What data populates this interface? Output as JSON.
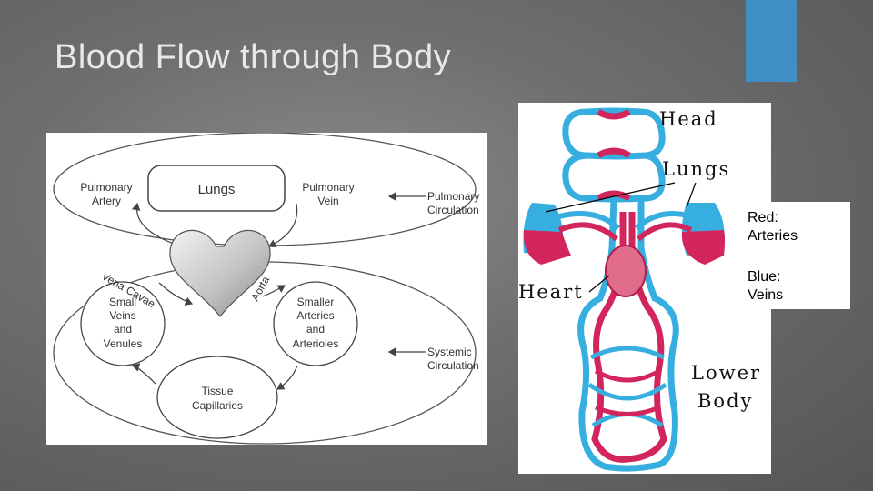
{
  "slide": {
    "title": "Blood Flow through Body"
  },
  "colors": {
    "accent": "#3f8fc4",
    "artery_red": "#d2255c",
    "vein_blue": "#37aee0"
  },
  "left_diagram": {
    "lungs": "Lungs",
    "pulmonary_artery_line1": "Pulmonary",
    "pulmonary_artery_line2": "Artery",
    "pulmonary_vein_line1": "Pulmonary",
    "pulmonary_vein_line2": "Vein",
    "pulmonary_circ_line1": "Pulmonary",
    "pulmonary_circ_line2": "Circulation",
    "vena_cavae": "Vena Cavae",
    "aorta": "Aorta",
    "small_veins_line1": "Small",
    "small_veins_line2": "Veins",
    "small_veins_line3": "and",
    "small_veins_line4": "Venules",
    "smaller_arteries_line1": "Smaller",
    "smaller_arteries_line2": "Arteries",
    "smaller_arteries_line3": "and",
    "smaller_arteries_line4": "Arterioles",
    "tissue_line1": "Tissue",
    "tissue_line2": "Capillaries",
    "systemic_line1": "Systemic",
    "systemic_line2": "Circulation"
  },
  "right_diagram": {
    "head": "Head",
    "lungs": "Lungs",
    "heart": "Heart",
    "lower_line1": "Lower",
    "lower_line2": "Body"
  },
  "legend": {
    "red_line1": "Red:",
    "red_line2": "Arteries",
    "blue_line1": "Blue:",
    "blue_line2": "Veins"
  }
}
